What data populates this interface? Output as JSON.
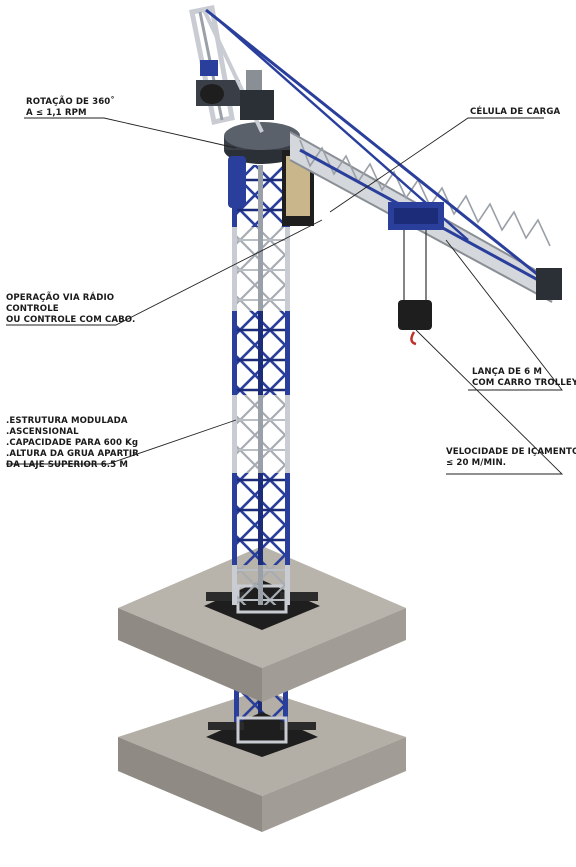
{
  "labels": {
    "rotation": [
      "ROTAÇÃO DE 360˚",
      "A ≤ 1,1 RPM"
    ],
    "load_cell": [
      "CÉLULA DE CARGA"
    ],
    "operation": [
      "OPERAÇÃO VIA RÁDIO",
      "CONTROLE",
      "OU CONTROLE COM CABO."
    ],
    "structure": [
      ".ESTRUTURA MODULADA",
      ".ASCENSIONAL",
      ".CAPACIDADE PARA 600 Kg",
      ".ALTURA DA GRUA APARTIR",
      "DA LAJE SUPERIOR 6.5 M"
    ],
    "boom": [
      "LANÇA DE 6 M",
      "COM CARRO TROLLEY"
    ],
    "hoist_speed": [
      "VELOCIDADE DE IÇAMENTO",
      "≤ 20 M/MIN."
    ]
  },
  "colors": {
    "blue_section": "#2a3f9c",
    "blue_dark": "#1c2c78",
    "steel": "#c9cdd3",
    "steel_dark": "#8a8f96",
    "slab_top": "#b3aea6",
    "slab_side": "#8f8a83",
    "base_black": "#1e1e1e",
    "leader_line": "#222222"
  }
}
